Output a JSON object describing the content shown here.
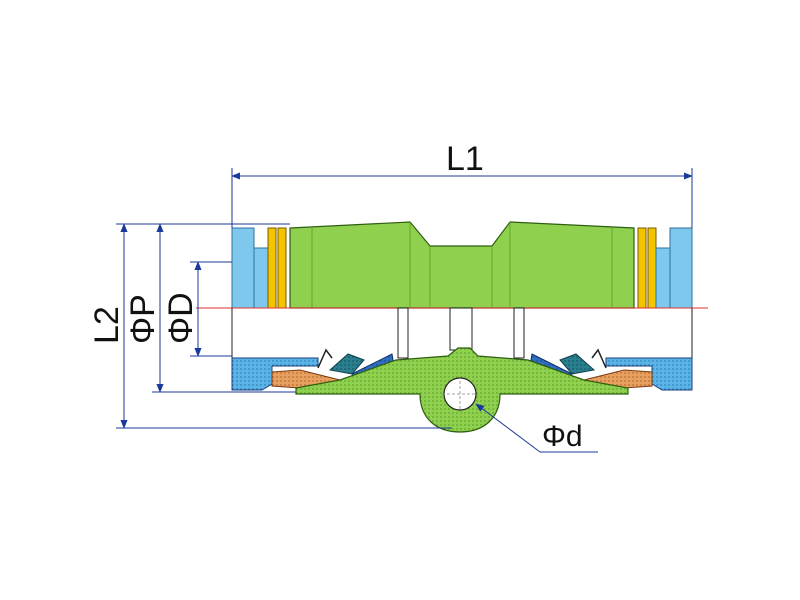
{
  "labels": {
    "l1": "L1",
    "l2": "L2",
    "phi_p": "ΦP",
    "phi_d": "ΦD",
    "phi_small_d": "Φd"
  },
  "colors": {
    "dimension_line": "#1a3a9a",
    "body_green": "#8fd14f",
    "body_green_dark": "#5fa62a",
    "collet_blue": "#7dc8ec",
    "collet_blue_dark": "#2f8ccf",
    "oring_yellow": "#f2c500",
    "release_orange": "#e8a060",
    "seal_teal": "#2a7f8f",
    "center_line": "#e03030",
    "outline": "#222222"
  }
}
